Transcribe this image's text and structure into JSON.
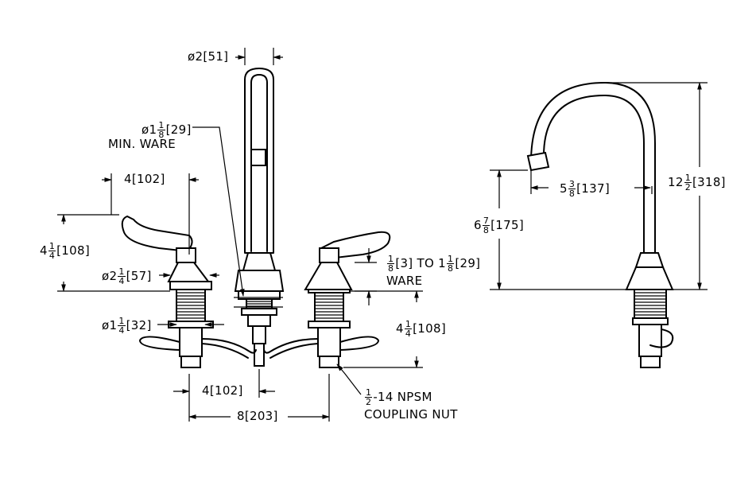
{
  "front_view": {
    "spout_diameter": "ø2[51]",
    "min_ware": {
      "prefix": "ø1",
      "num": "1",
      "den": "8",
      "suffix": "[29]",
      "line2": "MIN. WARE"
    },
    "handle_spacing": "4[102]",
    "handle_height": {
      "prefix": "4",
      "num": "1",
      "den": "4",
      "suffix": "[108]"
    },
    "flange_diameter": {
      "prefix": "ø2",
      "num": "1",
      "den": "4",
      "suffix": "[57]"
    },
    "shank_diameter": {
      "prefix": "ø1",
      "num": "1",
      "den": "4",
      "suffix": "[32]"
    },
    "ware_thickness": {
      "num1": "1",
      "den1": "8",
      "mid": "[3] TO 1",
      "num2": "1",
      "den2": "8",
      "suffix": "[29]",
      "line2": "WARE"
    },
    "shank_length": {
      "prefix": "4",
      "num": "1",
      "den": "4",
      "suffix": "[108]"
    },
    "tee_offset": "4[102]",
    "centers": "8[203]",
    "coupling_nut": {
      "num": "1",
      "den": "2",
      "suffix": "-14 NPSM",
      "line2": "COUPLING NUT"
    }
  },
  "side_view": {
    "spout_reach": {
      "prefix": "5",
      "num": "3",
      "den": "8",
      "suffix": "[137]"
    },
    "overall_height": {
      "prefix": "12",
      "num": "1",
      "den": "2",
      "suffix": "[318]"
    },
    "outlet_height": {
      "prefix": "6",
      "num": "7",
      "den": "8",
      "suffix": "[175]"
    }
  }
}
